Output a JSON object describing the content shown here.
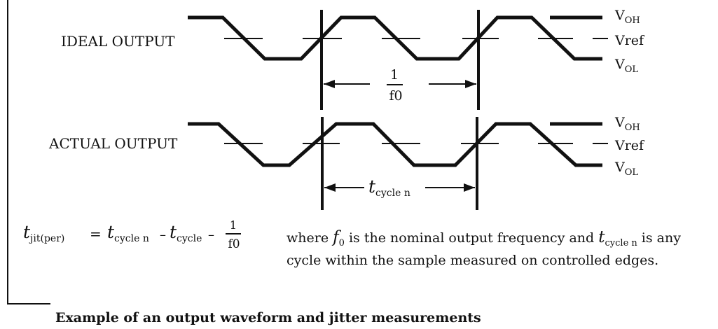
{
  "labels": {
    "ideal": "IDEAL OUTPUT",
    "actual": "ACTUAL OUTPUT"
  },
  "rails": {
    "voh_main": "V",
    "voh_sub": "OH",
    "vref": "Vref",
    "vol_main": "V",
    "vol_sub": "OL"
  },
  "period_ideal": {
    "numerator": "1",
    "denominator": "f0"
  },
  "period_actual": {
    "t": "t",
    "sub": "cycle n"
  },
  "formula": {
    "lhs_t": "t",
    "lhs_sub": "jit(per)",
    "equals": "=",
    "t1": "t",
    "t1_sub": "cycle n",
    "minus1": "–",
    "t2": "t",
    "t2_sub": "cycle",
    "minus2": "–",
    "frac_num": "1",
    "frac_den": "f0"
  },
  "note": {
    "where": "where",
    "f": "f",
    "f_sub": "0",
    "text1": " is the nominal output frequency and ",
    "t": "t",
    "t_sub": "cycle n",
    "text2": " is any cycle within the sample measured on controlled edges."
  },
  "caption": "Example of an output waveform and jitter measurements"
}
